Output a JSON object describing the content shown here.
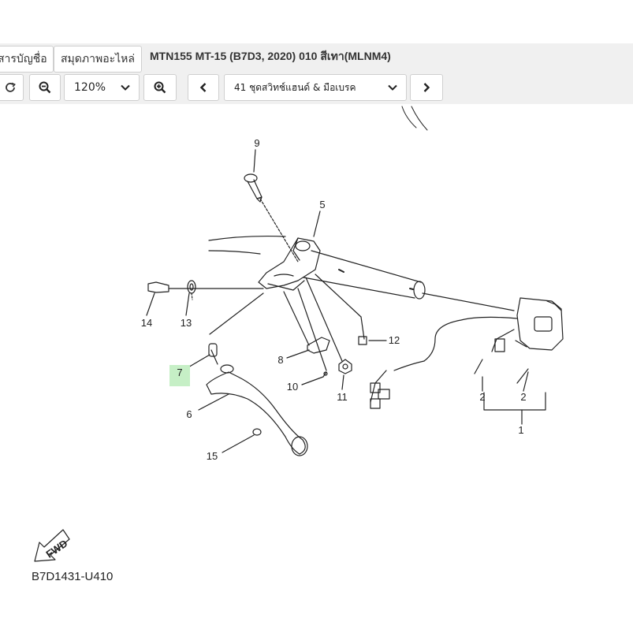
{
  "tabs": [
    {
      "label": "สารบัญชื่อ"
    },
    {
      "label": "สมุดภาพอะไหล่"
    }
  ],
  "title": "MTN155 MT-15 (B7D3, 2020) 010 สีเทา(MLNM4)",
  "toolbar": {
    "zoom_level": "120%",
    "section_label": "41 ชุดสวิทช์แฮนด์ & มือเบรค"
  },
  "diagram": {
    "highlight_color": "#c6efc6",
    "callouts": [
      {
        "id": "9",
        "label": "9"
      },
      {
        "id": "5",
        "label": "5"
      },
      {
        "id": "14",
        "label": "14"
      },
      {
        "id": "13",
        "label": "13"
      },
      {
        "id": "12",
        "label": "12"
      },
      {
        "id": "8",
        "label": "8"
      },
      {
        "id": "7",
        "label": "7",
        "highlighted": true
      },
      {
        "id": "10",
        "label": "10"
      },
      {
        "id": "11",
        "label": "11"
      },
      {
        "id": "6",
        "label": "6"
      },
      {
        "id": "15",
        "label": "15"
      },
      {
        "id": "2a",
        "label": "2"
      },
      {
        "id": "2b",
        "label": "2"
      },
      {
        "id": "1",
        "label": "1"
      }
    ],
    "direction_badge": "FWD",
    "drawing_code": "B7D1431-U410"
  }
}
